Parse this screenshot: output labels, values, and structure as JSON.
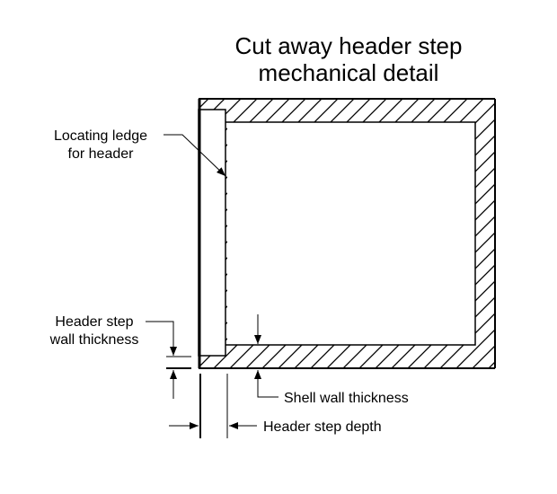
{
  "title": {
    "line1": "Cut away header step",
    "line2": "mechanical detail"
  },
  "labels": {
    "locating_ledge": {
      "line1": "Locating ledge",
      "line2": "for header"
    },
    "header_step_wall": {
      "line1": "Header step",
      "line2": "wall thickness"
    },
    "shell_wall_thickness": "Shell wall thickness",
    "header_step_depth": "Header step depth"
  },
  "colors": {
    "ink": "#000000",
    "background": "#ffffff"
  }
}
